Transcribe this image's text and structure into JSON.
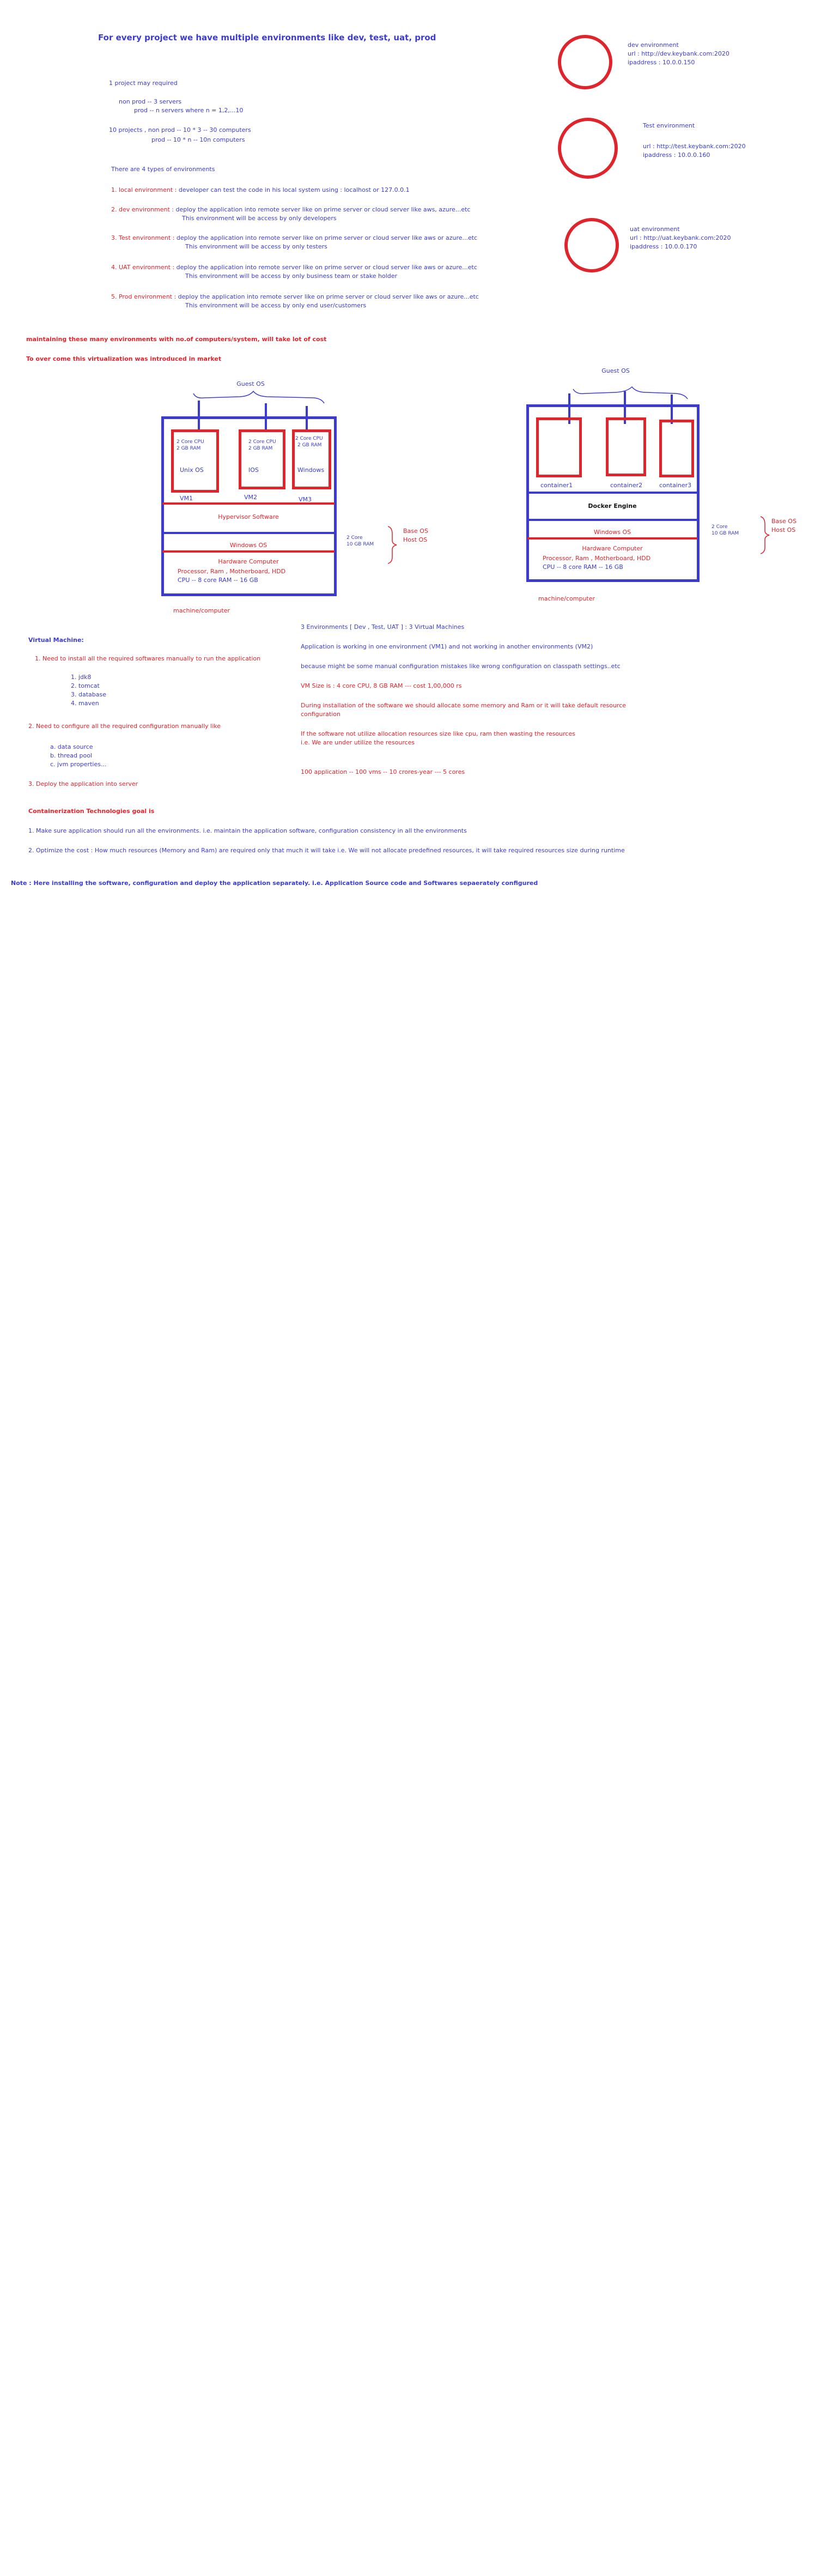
{
  "heading": "For every project we have multiple environments like dev, test, uat, prod",
  "intro": {
    "l1": "1 project may required",
    "l2": "non prod -- 3 servers",
    "l3": "prod -- n servers where n = 1,2,...10",
    "l4": "10  projects , non prod -- 10 * 3 -- 30 computers",
    "l5": "prod      -- 10 * n -- 10n computers",
    "l6": "There are 4 types of environments"
  },
  "envs": [
    {
      "label": "1. local  environment :",
      "text": " developer can test the code in his local system using : localhost or 127.0.0.1",
      "sub": ""
    },
    {
      "label": "2. dev environment  :",
      "text": "  deploy the application into remote server like on prime server or cloud server like aws, azure...etc",
      "sub": "This environment will be access by only developers"
    },
    {
      "label": "3. Test environment  :",
      "text": "  deploy the application into remote server like on prime server or cloud server like aws or azure...etc",
      "sub": "This environment will be access by only testers"
    },
    {
      "label": "4. UAT environment :",
      "text": "  deploy the application into remote server like on prime server or cloud server like aws or azure...etc",
      "sub": "This environment will be access by only business team or stake holder"
    },
    {
      "label": "5.  Prod environment :",
      "text": "  deploy the application into remote server like on prime server or cloud server like aws or azure...etc",
      "sub": "This environment will be access by only end user/customers"
    }
  ],
  "right_notes": [
    {
      "l1": "dev environment",
      "l2": "url : http://dev.keybank.com:2020",
      "l3": "ipaddress : 10.0.0.150"
    },
    {
      "l1": "Test environment",
      "l2": "url : http://test.keybank.com:2020",
      "l3": "ipaddress : 10.0.0.160"
    },
    {
      "l1": "uat environment",
      "l2": "url : http://uat.keybank.com:2020",
      "l3": "ipaddress : 10.0.0.170"
    }
  ],
  "cost_note": "maintaining these many environments with no.of computers/system, will take lot of cost",
  "virt_note": "To over come this virtualization was introduced in market",
  "vm_diagram": {
    "guest_os": "Guest OS",
    "vm1_cpu": "2 Core CPU",
    "vm1_ram": "2 GB RAM",
    "vm1_os": "Unix OS",
    "vm2_cpu": "2 Core CPU",
    "vm2_ram": "2 GB RAM",
    "vm2_os": "IOS",
    "vm3_cpu": "2 Core CPU",
    "vm3_ram": "2 GB RAM",
    "vm3_os": "Windows",
    "vm1": "VM1",
    "vm2": "VM2",
    "vm3": "VM3",
    "hypervisor": "Hypervisor Software",
    "windows_os": "Windows OS",
    "hw": "Hardware Computer",
    "hw_parts": "Processor, Ram , Motherboard, HDD",
    "hw_specs": "CPU -- 8 core          RAM -- 16 GB",
    "side_core": "2 Core",
    "side_ram": "10 GB RAM",
    "base_os": "Base OS",
    "host_os": "Host OS",
    "machine": "machine/computer"
  },
  "docker_diagram": {
    "guest_os": "Guest OS",
    "c1": "container1",
    "c2": "container2",
    "c3": "container3",
    "engine": "Docker Engine",
    "windows_os": "Windows OS",
    "hw": "Hardware Computer",
    "hw_parts": "Processor, Ram , Motherboard, HDD",
    "hw_specs": "CPU -- 8 core          RAM -- 16 GB",
    "side_core": "2 Core",
    "side_ram": "10 GB RAM",
    "base_os": "Base OS",
    "host_os": "Host OS",
    "machine": "machine/computer"
  },
  "vm_section": {
    "title": "Virtual Machine:",
    "p1": "1.   Need to install all the required softwares manually to run the application",
    "p1_items": [
      "1. jdk8",
      "2. tomcat",
      "3. database",
      "4. maven"
    ],
    "p2": "2. Need to configure all the required configuration manually like",
    "p2_items": [
      "a. data source",
      "b. thread pool",
      "c. jvm properties..."
    ],
    "p3": "3. Deploy the application into server"
  },
  "mid_notes": {
    "n1": "3 Environments    [ Dev , Test, UAT ]      :  3 Virtual Machines",
    "n2": "Application is working in one environment (VM1) and not working in another environments (VM2)",
    "n3": "because might be some manual configuration mistakes like wrong configuration on classpath settings..etc",
    "n4": "VM Size is :  4 core CPU, 8 GB RAM ---  cost  1,00,000 rs",
    "n5": "During installation of the software we should allocate some memory and Ram or it will take default resource",
    "n6": "configuration",
    "n7": "If the software not utilize allocation resources size like cpu, ram then wasting the resources",
    "n8": "i.e. We are under utilize the resources",
    "n9": "100 application  -- 100 vms -- 10 crores-year  --- 5 cores"
  },
  "container_goal": {
    "title": "Containerization Technologies goal is",
    "g1": "1. Make sure application should run all the environments. i.e. maintain the application software, configuration consistency in all the environments",
    "g2": "2. Optimize the cost : How much resources (Memory and Ram) are required only that much it will take i.e. We will not allocate predefined resources, it will take required resources size during runtime"
  },
  "note": "Note : Here installing the software, configuration and deploy the application separately. i.e. Application Source code and Softwares sepaerately configured",
  "colors": {
    "blue": "#3b3bd0",
    "red": "#e0242c"
  }
}
